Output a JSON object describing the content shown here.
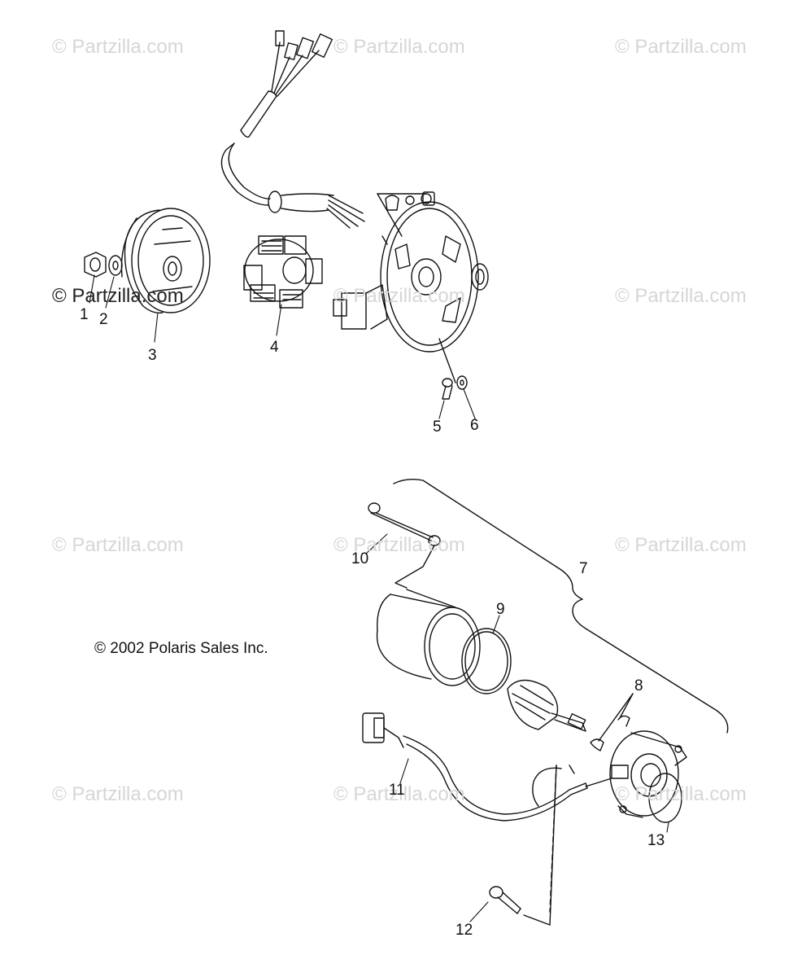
{
  "copyright": "© 2002 Polaris Sales Inc.",
  "watermarks": [
    "© Partzilla.com",
    "© Partzilla.com",
    "© Partzilla.com",
    "© Partzilla.com",
    "© Partzilla.com",
    "© Partzilla.com",
    "© Partzilla.com",
    "© Partzilla.com",
    "© Partzilla.com",
    "© Partzilla.com",
    "© Partzilla.com"
  ],
  "watermark_dark": "© Partzilla.com",
  "callouts": [
    "1",
    "2",
    "3",
    "4",
    "5",
    "6",
    "7",
    "8",
    "9",
    "10",
    "11",
    "12",
    "13"
  ]
}
